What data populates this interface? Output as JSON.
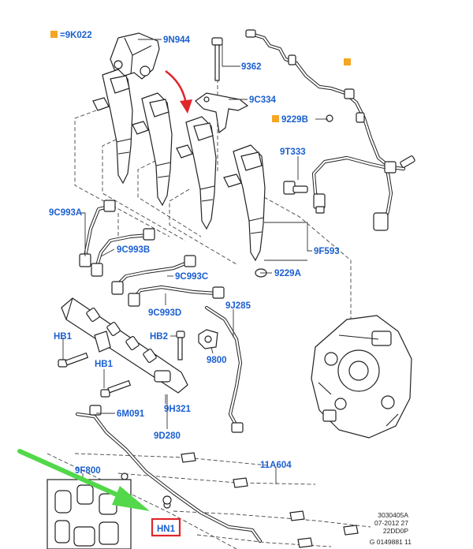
{
  "labels": {
    "l_9K022": "=9K022",
    "l_9N944": "9N944",
    "l_9362": "9362",
    "l_9C334": "9C334",
    "l_9229B": "9229B",
    "l_9T333": "9T333",
    "l_9C993A": "9C993A",
    "l_9C993B": "9C993B",
    "l_9C993C": "9C993C",
    "l_9F593": "9F593",
    "l_9229A": "9229A",
    "l_9C993D": "9C993D",
    "l_9J285": "9J285",
    "l_HB1a": "HB1",
    "l_HB2": "HB2",
    "l_HB1b": "HB1",
    "l_9800": "9800",
    "l_9H321": "9H321",
    "l_6M091": "6M091",
    "l_9D280": "9D280",
    "l_9F800": "9F800",
    "l_11A604": "11A604",
    "l_HN1": "HN1"
  },
  "reference": {
    "line1": "3030405A",
    "line2": "07-2012 27",
    "line3": "22DD0P",
    "line4": "G 0149881 11"
  },
  "colors": {
    "label_blue": "#1a5fd0",
    "marker_orange": "#f5a623",
    "highlight_red": "#e0262b",
    "arrow_red": "#e0262b",
    "arrow_green": "#52d84a",
    "ink": "#222222"
  }
}
